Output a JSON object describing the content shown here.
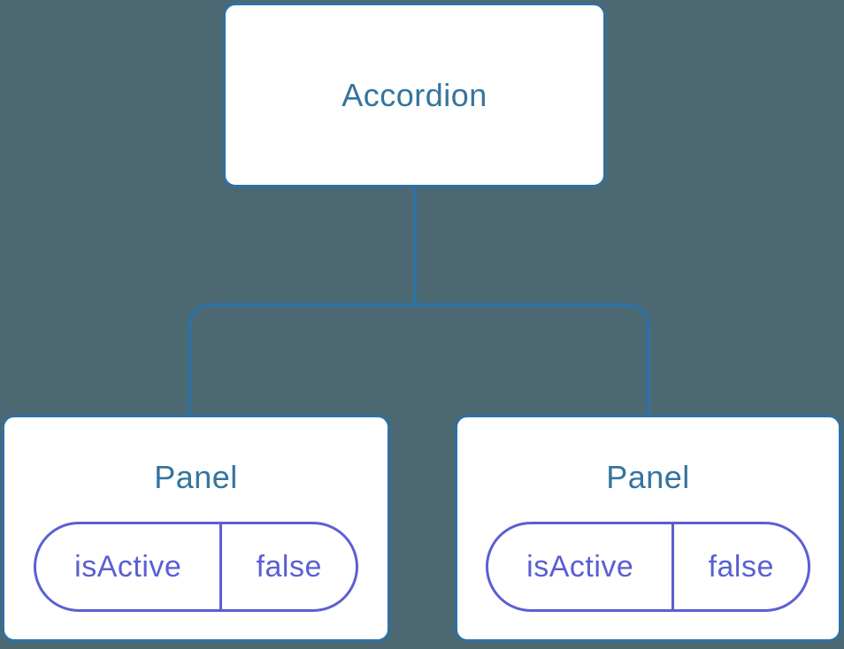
{
  "diagram": {
    "type": "component-tree",
    "colors": {
      "background": "#4c6872",
      "node_border": "#2e71a4",
      "node_fill": "#ffffff",
      "node_title": "#35749e",
      "prop": "#5a5fd2"
    },
    "root": {
      "title": "Accordion"
    },
    "children": [
      {
        "title": "Panel",
        "props": [
          {
            "name": "isActive",
            "value": "false"
          }
        ]
      },
      {
        "title": "Panel",
        "props": [
          {
            "name": "isActive",
            "value": "false"
          }
        ]
      }
    ]
  }
}
